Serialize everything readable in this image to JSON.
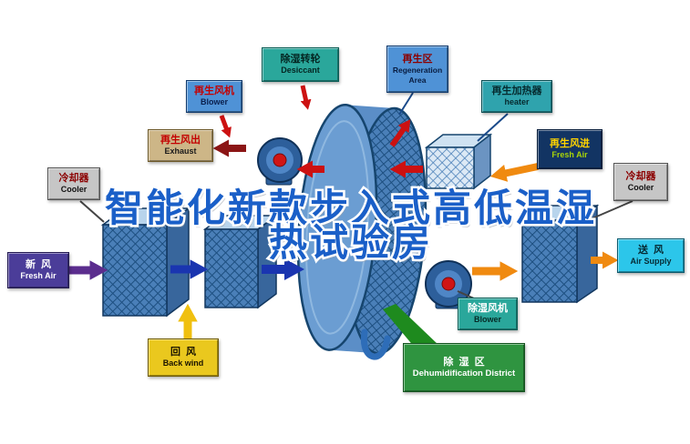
{
  "title": {
    "line1": "智能化新款步入式高低温湿",
    "line2": "热试验房"
  },
  "labels": {
    "regen_blower": {
      "zh": "再生风机",
      "en": "Blower"
    },
    "desiccant_wheel": {
      "zh": "除湿转轮",
      "en": "Desiccant"
    },
    "regeneration_area": {
      "zh": "再生区",
      "en": "Regeneration Area"
    },
    "regen_heater": {
      "zh": "再生加热器",
      "en": "heater"
    },
    "exhaust_out": {
      "zh": "再生风出",
      "en": "Exhaust"
    },
    "regen_air_in": {
      "zh": "再生风进",
      "en": "Fresh Air"
    },
    "cooler_left": {
      "zh": "冷却器",
      "en": "Cooler"
    },
    "cooler_right": {
      "zh": "冷却器",
      "en": "Cooler"
    },
    "fresh_air": {
      "zh": "新  风",
      "en": "Fresh Air"
    },
    "air_supply": {
      "zh": "送  风",
      "en": "Air Supply"
    },
    "back_wind": {
      "zh": "回  风",
      "en": "Back wind"
    },
    "dehumid_blower": {
      "zh": "除湿风机",
      "en": "Blower"
    },
    "dehumid_district": {
      "zh": "除  湿  区",
      "en": "Dehumidification District"
    }
  },
  "colors": {
    "wheel_blue": "#4a7fb8",
    "title_blue": "#1a5fc8",
    "arrow_red": "#cc1111",
    "arrow_dark_red": "#8b1515",
    "arrow_blue": "#1a35b0",
    "arrow_purple": "#5b2d8e",
    "arrow_yellow": "#f0c010",
    "arrow_orange": "#f08a10",
    "duct_green": "#1e8a1e"
  }
}
